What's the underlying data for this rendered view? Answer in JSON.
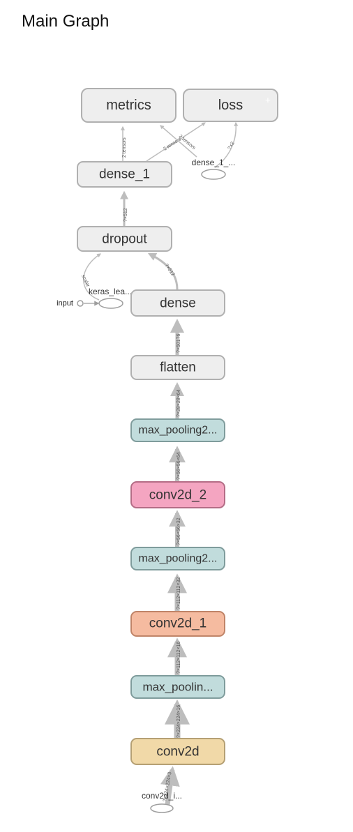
{
  "title": "Main Graph",
  "colors": {
    "default_fill": "#eeeeee",
    "default_stroke": "#b0b0b0",
    "pool_fill": "#c1dcdc",
    "pool_stroke": "#7f9c9c",
    "conv2d_fill": "#f1d9a8",
    "conv2d_stroke": "#b5a074",
    "conv2d_1_fill": "#f5bba0",
    "conv2d_1_stroke": "#c08468",
    "conv2d_2_fill": "#f4a5c1",
    "conv2d_2_stroke": "#b46d86",
    "edge": "#bdbdbd"
  },
  "nodes": {
    "metrics": "metrics",
    "loss": "loss",
    "loss_expand": "+",
    "dense_1": "dense_1",
    "dense_1_aux": "dense_1_...",
    "dropout": "dropout",
    "keras_learning": "keras_lea...",
    "input": "input",
    "dense": "dense",
    "flatten": "flatten",
    "max_pooling2d_2": "max_pooling2...",
    "conv2d_2": "conv2d_2",
    "max_pooling2d_1": "max_pooling2...",
    "conv2d_1": "conv2d_1",
    "max_pooling2d": "max_poolin...",
    "conv2d": "conv2d",
    "conv2d_input": "conv2d_i..."
  },
  "edges": {
    "dense1_metrics": "2 tensors",
    "dense1_loss": "2 tensors",
    "aux_metrics": "2 tensors",
    "aux_loss": "?×2",
    "dropout_dense1": "?×512",
    "keras_dropout": "scalar",
    "dense_dropout": "?×512",
    "flatten_dense": "?×50176",
    "pool2_flatten": "?×28×28×64",
    "conv2_pool2": "?×56×56×64",
    "pool1_conv2": "?×56×56×32",
    "conv1_pool1": "?×112×112×32",
    "pool0_conv1": "?×112×112×16",
    "conv0_pool0": "?×224×224×16",
    "input_conv0": "?×224×224×3"
  }
}
